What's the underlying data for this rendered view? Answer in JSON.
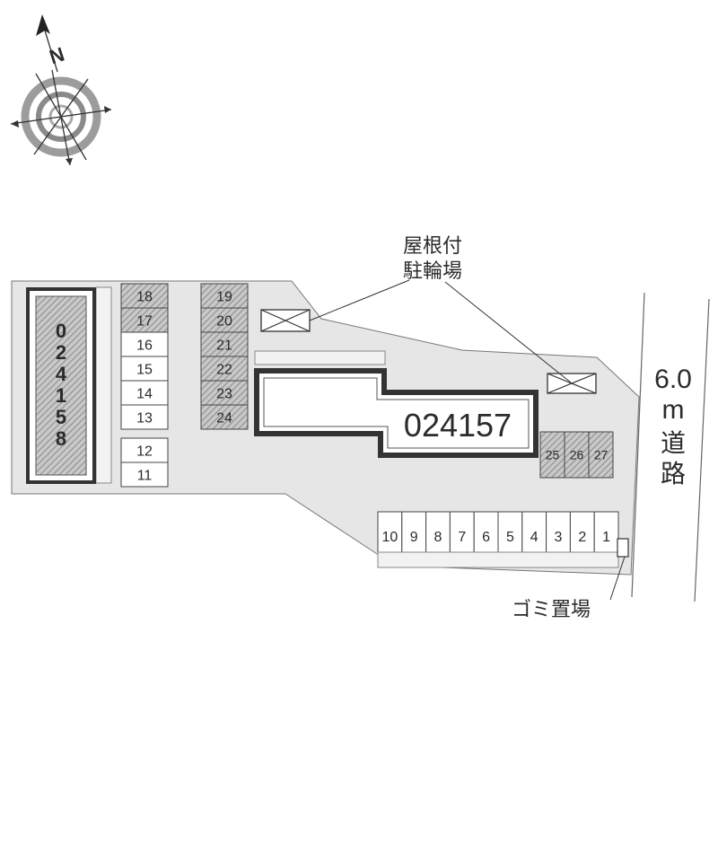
{
  "compass": {
    "north_label": "N",
    "icon": "compass-rose-icon"
  },
  "roof_parking": {
    "line1": "屋根付",
    "line2": "駐輪場",
    "icon": "bicycle-parking-x-icon"
  },
  "road": {
    "width_label": "6.0",
    "unit": "m",
    "name_line1": "道",
    "name_line2": "路"
  },
  "garbage": {
    "label": "ゴミ置場"
  },
  "building_left": {
    "code": "024158"
  },
  "building_main": {
    "code": "024157"
  },
  "parking_col1_top": [
    "18",
    "17",
    "16",
    "15",
    "14",
    "13"
  ],
  "parking_col1_bottom": [
    "12",
    "11"
  ],
  "parking_col2": [
    "19",
    "20",
    "21",
    "22",
    "23",
    "24"
  ],
  "parking_right": [
    "25",
    "26",
    "27"
  ],
  "parking_bottom": [
    "10",
    "9",
    "8",
    "7",
    "6",
    "5",
    "4",
    "3",
    "2",
    "1"
  ],
  "colors": {
    "lot": "#e6e6e6",
    "outline": "#777777",
    "building": "#333333",
    "hatch": "#9a9a9a",
    "text": "#2b2b2b"
  }
}
